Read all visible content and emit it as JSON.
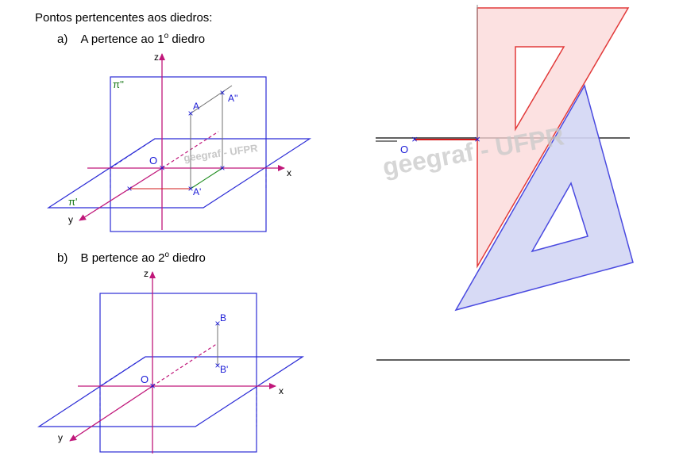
{
  "heading": "Pontos pertencentes aos diedros:",
  "item_a": {
    "marker": "a)",
    "text": "A pertence ao 1",
    "sup": "o",
    "tail": " diedro"
  },
  "item_b": {
    "marker": "b)",
    "text": "B pertence ao 2",
    "sup": "o",
    "tail": " diedro"
  },
  "labels": {
    "z": "z",
    "x": "x",
    "y": "y",
    "origin": "O",
    "pi_vertical": "π''",
    "pi_horizontal": "π'",
    "A": "A",
    "A_vertical": "A''",
    "A_horizontal": "A'",
    "B": "B",
    "B_horizontal": "B'"
  },
  "watermark": "geegraf - UFPR",
  "colors": {
    "plane": "#2b2bd6",
    "axis": "#c0177a",
    "point": "#1a1ad6",
    "pi_label": "#1a7a1a",
    "red_square": "#e23a3a",
    "red_fill": "#fbd7d7",
    "blue_square": "#4a4ae0",
    "blue_fill": "#d3d6f4",
    "watermark": "#c8c8c8"
  },
  "icons": {
    "point_marker": "x-cross-icon",
    "arrowhead": "arrowhead-icon"
  }
}
